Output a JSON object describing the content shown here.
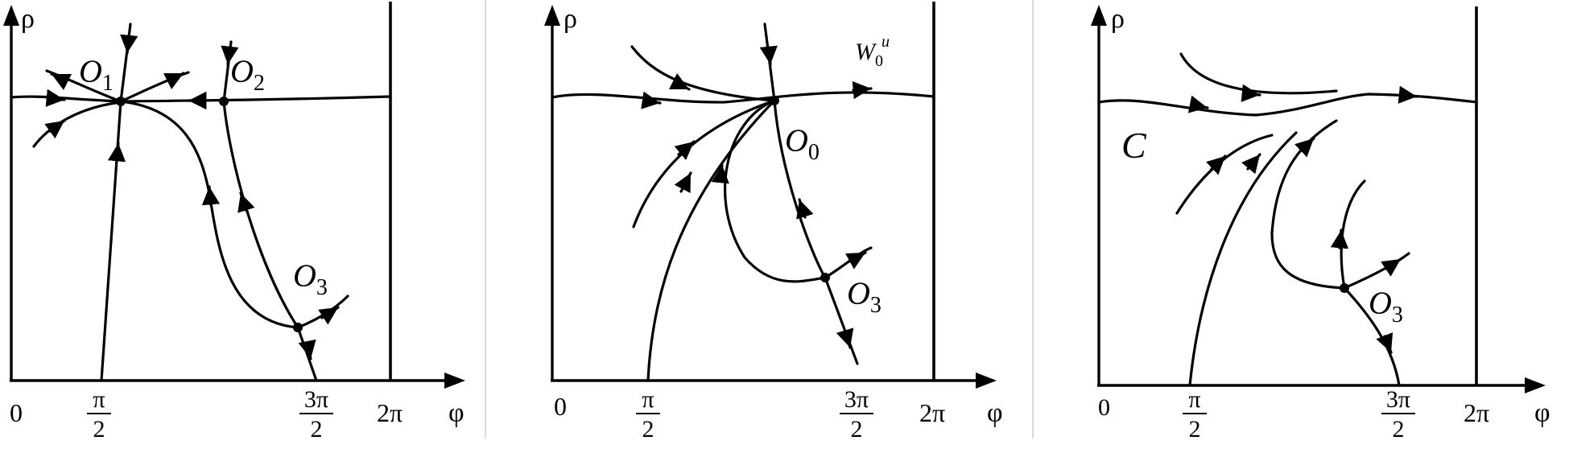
{
  "panels": [
    {
      "y_axis_label": "ρ",
      "x_axis_label": "φ",
      "x_ticks": [
        {
          "num": "0"
        },
        {
          "num": "π",
          "den": "2"
        },
        {
          "num": "3π",
          "den": "2"
        },
        {
          "num": "2π"
        }
      ],
      "points": [
        {
          "base": "O",
          "sub": "1"
        },
        {
          "base": "O",
          "sub": "2"
        },
        {
          "base": "O",
          "sub": "3"
        }
      ]
    },
    {
      "y_axis_label": "ρ",
      "x_axis_label": "φ",
      "x_ticks": [
        {
          "num": "0"
        },
        {
          "num": "π",
          "den": "2"
        },
        {
          "num": "3π",
          "den": "2"
        },
        {
          "num": "2π"
        }
      ],
      "points": [
        {
          "base": "O",
          "sub": "0"
        },
        {
          "base": "O",
          "sub": "3"
        }
      ],
      "manifold_label": {
        "base": "W",
        "sub": "0",
        "sup": "u"
      }
    },
    {
      "y_axis_label": "ρ",
      "x_axis_label": "φ",
      "x_ticks": [
        {
          "num": "0"
        },
        {
          "num": "π",
          "den": "2"
        },
        {
          "num": "3π",
          "den": "2"
        },
        {
          "num": "2π"
        }
      ],
      "points": [
        {
          "base": "O",
          "sub": "3"
        }
      ],
      "curve_label": "C"
    }
  ]
}
